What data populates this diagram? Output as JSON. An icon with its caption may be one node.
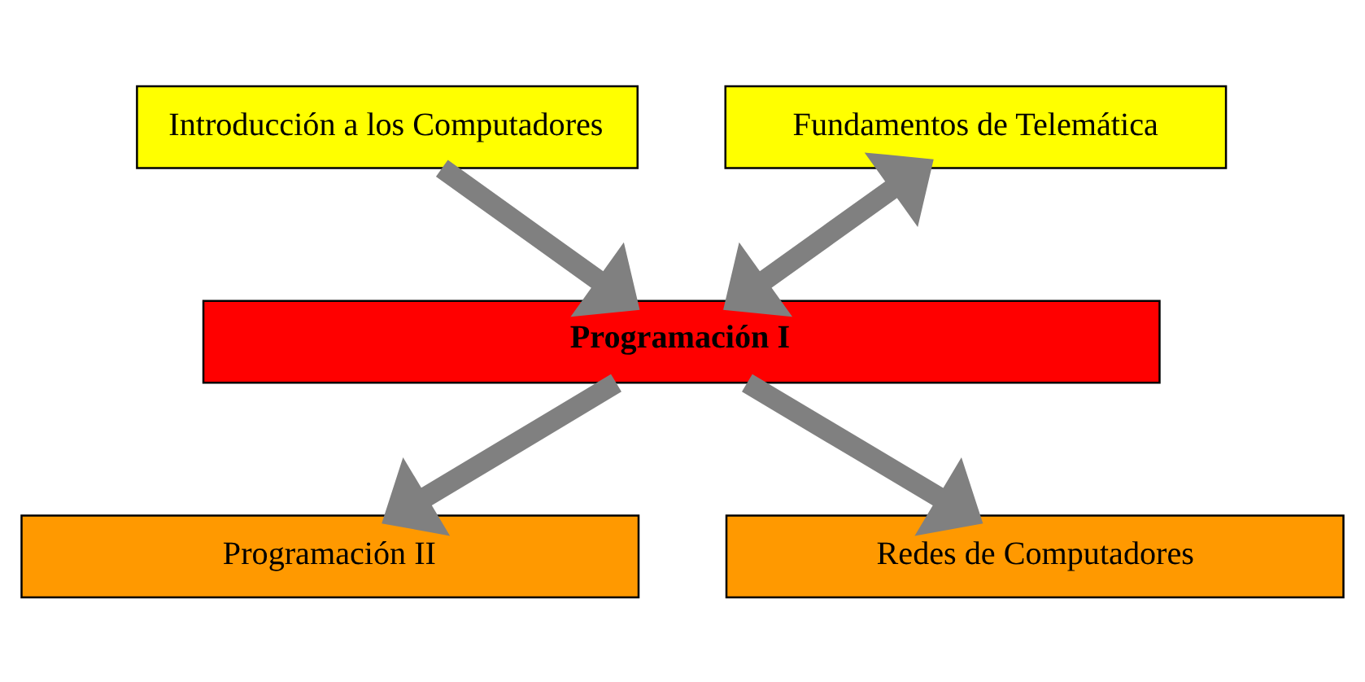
{
  "diagram": {
    "nodes": [
      {
        "text": [
          "Introducción a los Computadores"
        ]
      },
      {
        "text": [
          "Fundamentos de Telemática"
        ]
      },
      {
        "text": [
          "Programación I"
        ]
      },
      {
        "text": [
          "Programación II"
        ]
      },
      {
        "text": [
          "Redes de Computadores"
        ]
      }
    ],
    "edges": [
      {
        "from": 0,
        "to": 2,
        "arrow": "to"
      },
      {
        "from": 1,
        "to": 2,
        "arrow": "both"
      },
      {
        "from": 2,
        "to": 3,
        "arrow": "to"
      },
      {
        "from": 2,
        "to": 4,
        "arrow": "to"
      }
    ]
  }
}
